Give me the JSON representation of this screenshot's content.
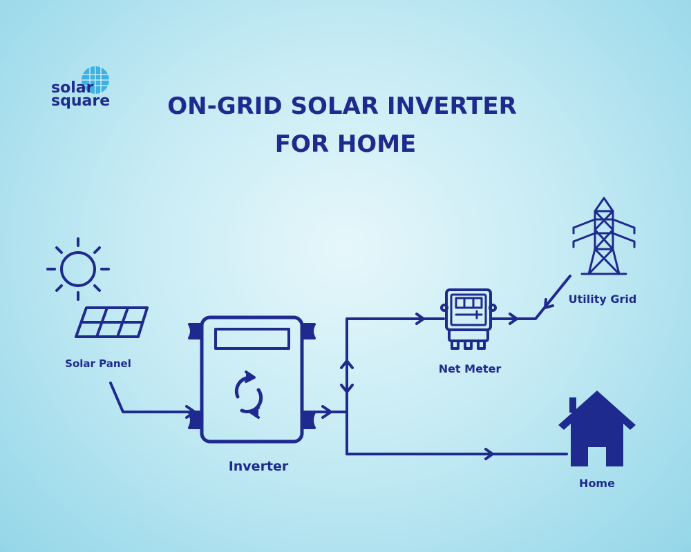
{
  "logo": {
    "line1": "solar",
    "line2": "square"
  },
  "title": {
    "line1": "ON-GRID SOLAR INVERTER",
    "line2": "FOR HOME"
  },
  "labels": {
    "solar_panel": "Solar Panel",
    "inverter": "Inverter",
    "net_meter": "Net Meter",
    "utility_grid": "Utility Grid",
    "home": "Home"
  },
  "colors": {
    "primary": "#1e2a8e",
    "logo_accent": "#2aa7e0"
  }
}
